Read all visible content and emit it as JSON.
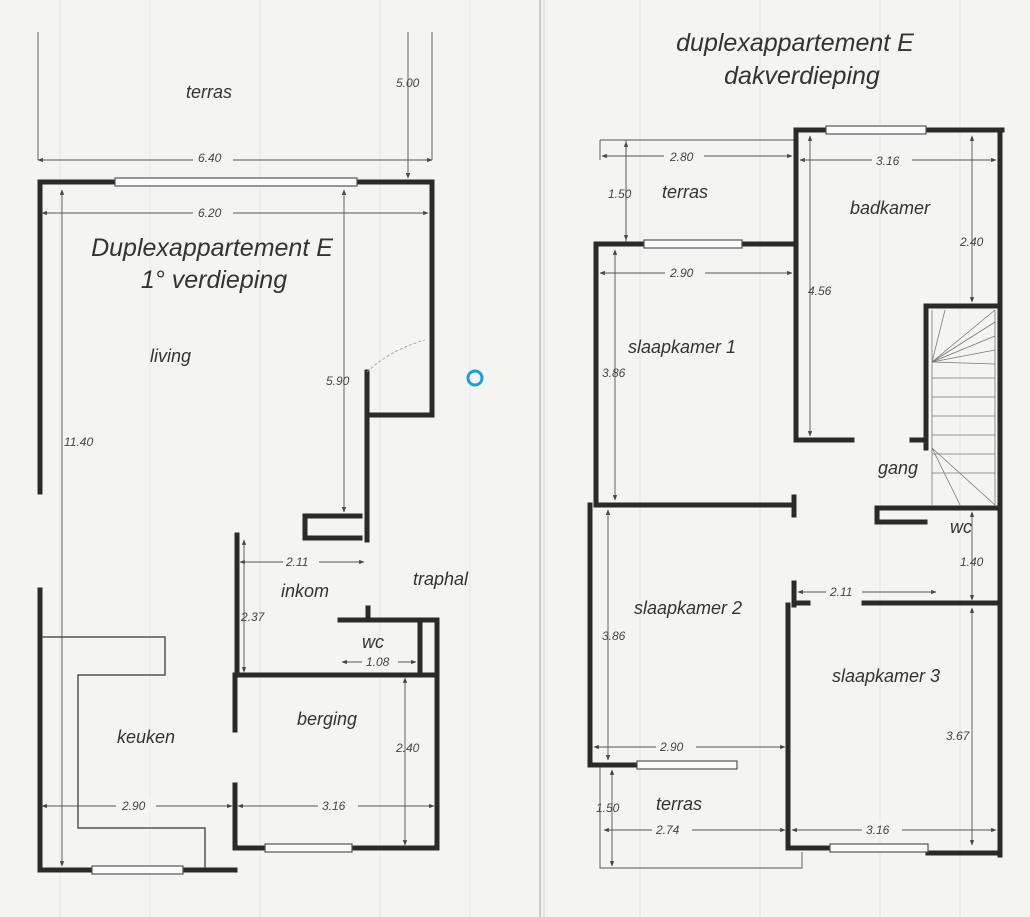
{
  "colors": {
    "paper": "#f4f4f2",
    "wall": "#2a2a2a",
    "marker": "#1e9fd0"
  },
  "left_plan": {
    "title_line1": "Duplexappartement E",
    "title_line2": "1° verdieping",
    "rooms": {
      "terras": "terras",
      "living": "living",
      "inkom": "inkom",
      "traphal": "traphal",
      "wc": "wc",
      "berging": "berging",
      "keuken": "keuken"
    },
    "dims": {
      "terras_depth": "5.00",
      "total_width": "6.40",
      "living_width": "6.20",
      "stair_depth": "5.90",
      "total_depth": "11.40",
      "inkom_width": "2.11",
      "inkom_depth": "2.37",
      "wc_width": "1.08",
      "berging_depth": "2.40",
      "keuken_width": "2.90",
      "berging_width": "3.16"
    }
  },
  "right_plan": {
    "title_line1": "duplexappartement E",
    "title_line2": "dakverdieping",
    "rooms": {
      "terras_top": "terras",
      "badkamer": "badkamer",
      "slaapkamer1": "slaapkamer 1",
      "gang": "gang",
      "wc": "wc",
      "slaapkamer2": "slaapkamer 2",
      "slaapkamer3": "slaapkamer 3",
      "terras_bottom": "terras"
    },
    "dims": {
      "terras_top_width": "2.80",
      "terras_top_depth": "1.50",
      "badkamer_width": "3.16",
      "badkamer_depth": "2.40",
      "slaapkamer1_width": "2.90",
      "badkamer_full_depth": "4.56",
      "slaapkamer1_depth": "3.86",
      "wc_depth": "1.40",
      "gang_width": "2.11",
      "slaapkamer2_depth": "3.86",
      "slaapkamer3_depth": "3.67",
      "slaapkamer2_width": "2.90",
      "terras_bottom_depth": "1.50",
      "terras_bottom_width": "2.74",
      "slaapkamer3_width": "3.16"
    }
  }
}
